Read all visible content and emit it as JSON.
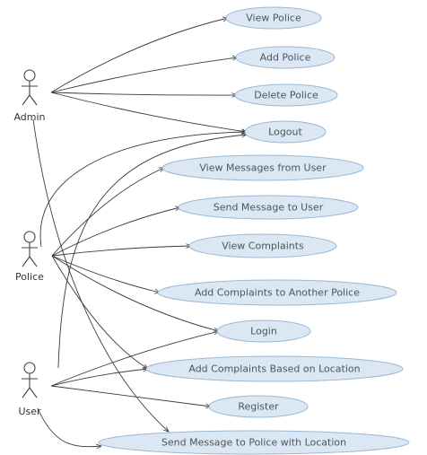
{
  "actors": [
    {
      "id": "admin",
      "label": "Admin"
    },
    {
      "id": "police",
      "label": "Police"
    },
    {
      "id": "user",
      "label": "User"
    }
  ],
  "use_cases": [
    {
      "id": "view_police",
      "label": "View Police"
    },
    {
      "id": "add_police",
      "label": "Add Police"
    },
    {
      "id": "delete_police",
      "label": "Delete Police"
    },
    {
      "id": "logout",
      "label": "Logout"
    },
    {
      "id": "view_messages",
      "label": "View Messages from User"
    },
    {
      "id": "send_msg_user",
      "label": "Send Message to User"
    },
    {
      "id": "view_complaints",
      "label": "View Complaints"
    },
    {
      "id": "add_complaints_ap",
      "label": "Add Complaints to Another Police"
    },
    {
      "id": "login",
      "label": "Login"
    },
    {
      "id": "add_complaints_loc",
      "label": "Add Complaints Based on Location"
    },
    {
      "id": "register",
      "label": "Register"
    },
    {
      "id": "send_msg_police",
      "label": "Send Message to Police with Location"
    }
  ],
  "associations": [
    {
      "from": "admin",
      "to": "view_police"
    },
    {
      "from": "admin",
      "to": "add_police"
    },
    {
      "from": "admin",
      "to": "delete_police"
    },
    {
      "from": "admin",
      "to": "logout"
    },
    {
      "from": "admin",
      "to": "send_msg_police"
    },
    {
      "from": "police",
      "to": "logout"
    },
    {
      "from": "police",
      "to": "view_messages"
    },
    {
      "from": "police",
      "to": "send_msg_user"
    },
    {
      "from": "police",
      "to": "view_complaints"
    },
    {
      "from": "police",
      "to": "add_complaints_ap"
    },
    {
      "from": "police",
      "to": "login"
    },
    {
      "from": "police",
      "to": "add_complaints_loc"
    },
    {
      "from": "user",
      "to": "logout"
    },
    {
      "from": "user",
      "to": "login"
    },
    {
      "from": "user",
      "to": "register"
    },
    {
      "from": "user",
      "to": "send_msg_police"
    },
    {
      "from": "user",
      "to": "add_complaints_loc"
    }
  ]
}
